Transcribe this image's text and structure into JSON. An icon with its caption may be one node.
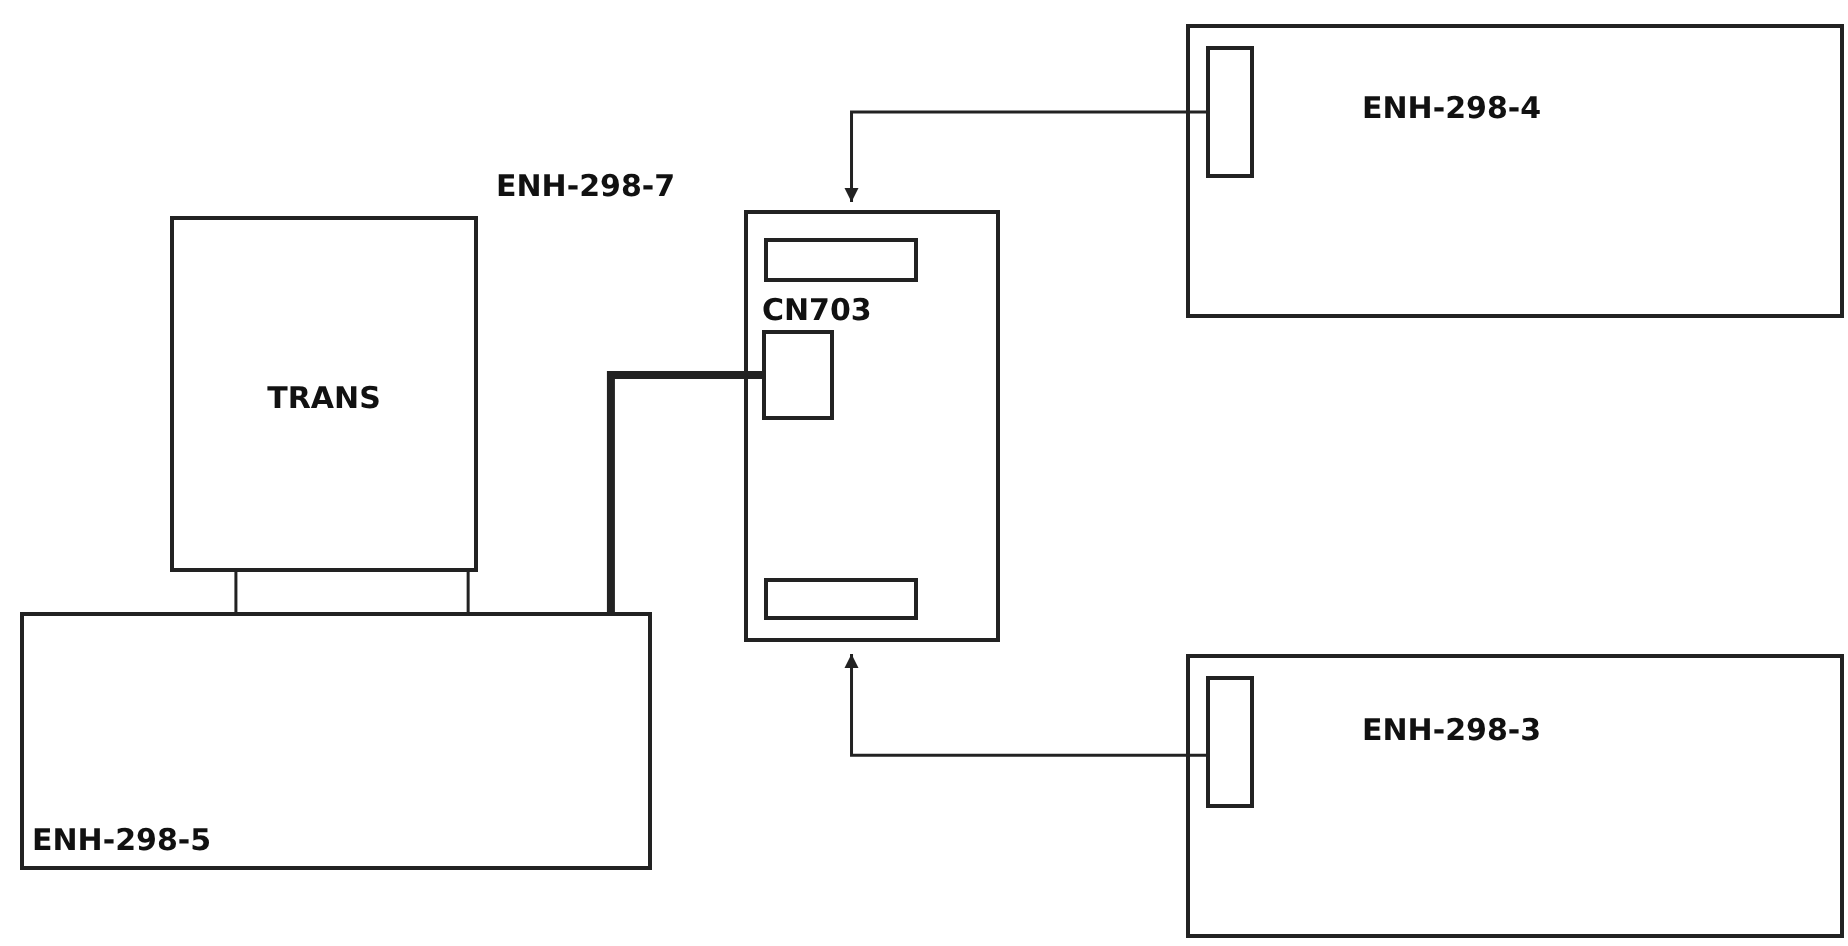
{
  "diagram": {
    "nodes": [
      {
        "text": [
          "ENH-298-4"
        ]
      },
      {
        "text": [],
        "shape": "box",
        "in": 0
      },
      {
        "text": [
          "ENH-298-7"
        ]
      },
      {
        "text": [],
        "shape": "box",
        "in": 2
      },
      {
        "text": [
          "CN703"
        ],
        "in": 2
      },
      {
        "text": [],
        "shape": "box",
        "in": 2
      },
      {
        "text": [
          "TRANS"
        ]
      },
      {
        "text": [
          "ENH-298-5"
        ]
      },
      {
        "text": [
          "ENH-298-3"
        ]
      },
      {
        "text": [],
        "shape": "box",
        "in": 8
      }
    ],
    "edges": [
      {
        "from": 1,
        "to": 2,
        "arrow": "to"
      },
      {
        "from": 9,
        "to": 2,
        "arrow": "to"
      },
      {
        "from": 7,
        "to": 4,
        "arrow": "none",
        "style": "thick"
      },
      {
        "from": 6,
        "to": 7,
        "arrow": "none"
      },
      {
        "from": 6,
        "to": 7,
        "arrow": "none"
      }
    ]
  }
}
